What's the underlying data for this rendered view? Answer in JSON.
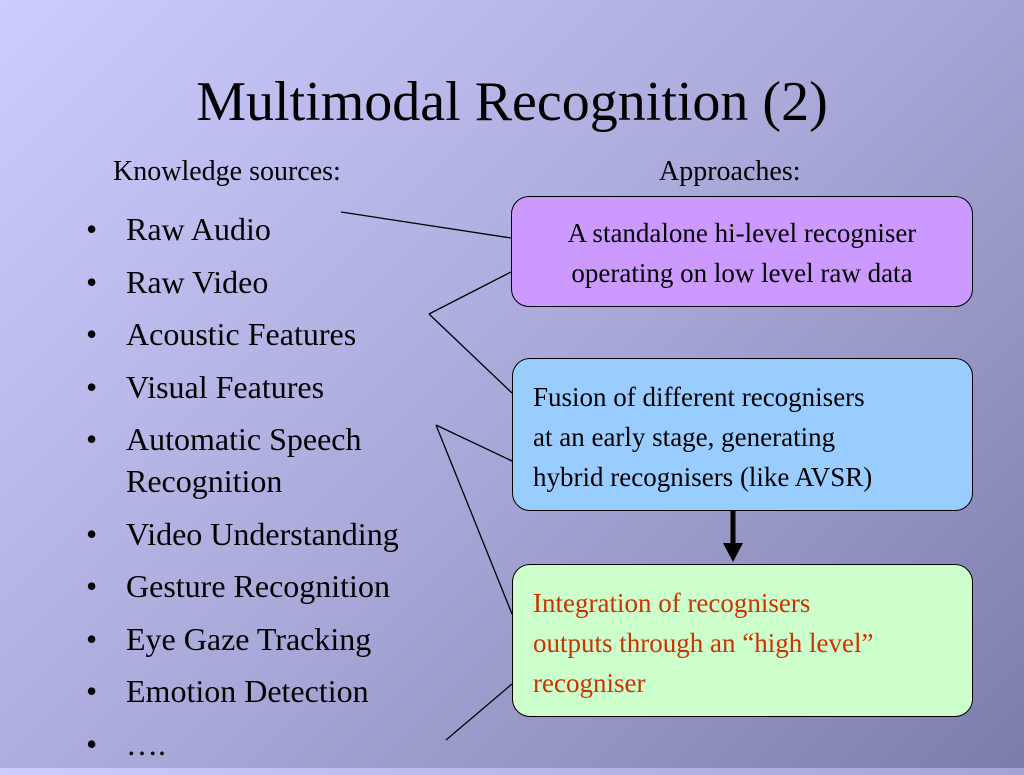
{
  "slide": {
    "title": "Multimodal Recognition (2)",
    "sources_heading": "Knowledge sources:",
    "approaches_heading": "Approaches:",
    "bullet_glyph": "•",
    "sources": [
      "Raw Audio",
      "Raw Video",
      "Acoustic Features",
      "Visual Features",
      "Automatic Speech",
      "Recognition",
      "Video Understanding",
      "Gesture Recognition",
      "Eye Gaze Tracking",
      "Emotion Detection",
      "…."
    ],
    "approaches": {
      "standalone": {
        "line1": "A standalone hi-level recogniser",
        "line2": "operating on low level raw data"
      },
      "fusion": {
        "line1": "Fusion of different recognisers",
        "line2": "at an early stage, generating",
        "line3": "hybrid recognisers (like AVSR)"
      },
      "integration": {
        "line1": "Integration of recognisers",
        "line2": "outputs through an “high level”",
        "line3": "recogniser"
      }
    },
    "colors": {
      "standalone_fill": "#cc99ff",
      "fusion_fill": "#99ccff",
      "integration_fill": "#ccffcc",
      "integration_text": "#cc3300"
    }
  }
}
